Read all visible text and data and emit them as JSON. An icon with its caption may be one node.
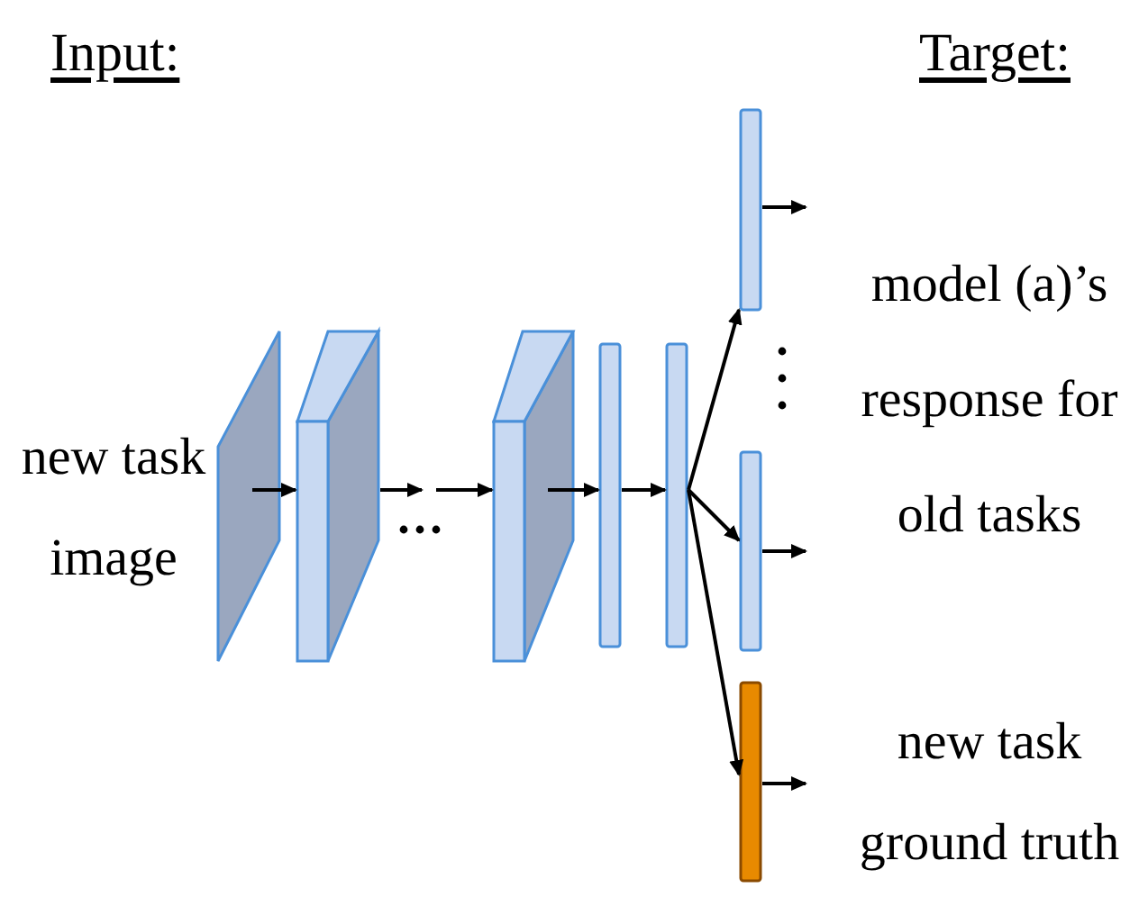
{
  "diagram": {
    "nodes": [
      {
        "text": [],
        "shape": "box"
      },
      {
        "text": [],
        "shape": "box"
      },
      {
        "text": [],
        "shape": "box"
      },
      {
        "text": [],
        "shape": "bar"
      },
      {
        "text": [],
        "shape": "bar"
      },
      {
        "text": [],
        "shape": "bar"
      },
      {
        "text": [],
        "shape": "bar"
      },
      {
        "text": [],
        "shape": "bar"
      }
    ],
    "edges": [
      {
        "from": 0,
        "to": 1,
        "arrow": "to"
      },
      {
        "from": 1,
        "to": null,
        "arrow": "to"
      },
      {
        "from": null,
        "to": 2,
        "arrow": "to"
      },
      {
        "from": 2,
        "to": 3,
        "arrow": "to"
      },
      {
        "from": 3,
        "to": 4,
        "arrow": "to"
      },
      {
        "from": 4,
        "to": 5,
        "arrow": "to"
      },
      {
        "from": 4,
        "to": 6,
        "arrow": "to"
      },
      {
        "from": 4,
        "to": 7,
        "arrow": "to"
      },
      {
        "from": 5,
        "to": null,
        "arrow": "to"
      },
      {
        "from": 6,
        "to": null,
        "arrow": "to"
      },
      {
        "from": 7,
        "to": null,
        "arrow": "to"
      }
    ],
    "labels": [
      "Input:",
      "Target:",
      "new task image",
      "model (a)’s response for old tasks",
      "new task ground truth"
    ]
  }
}
